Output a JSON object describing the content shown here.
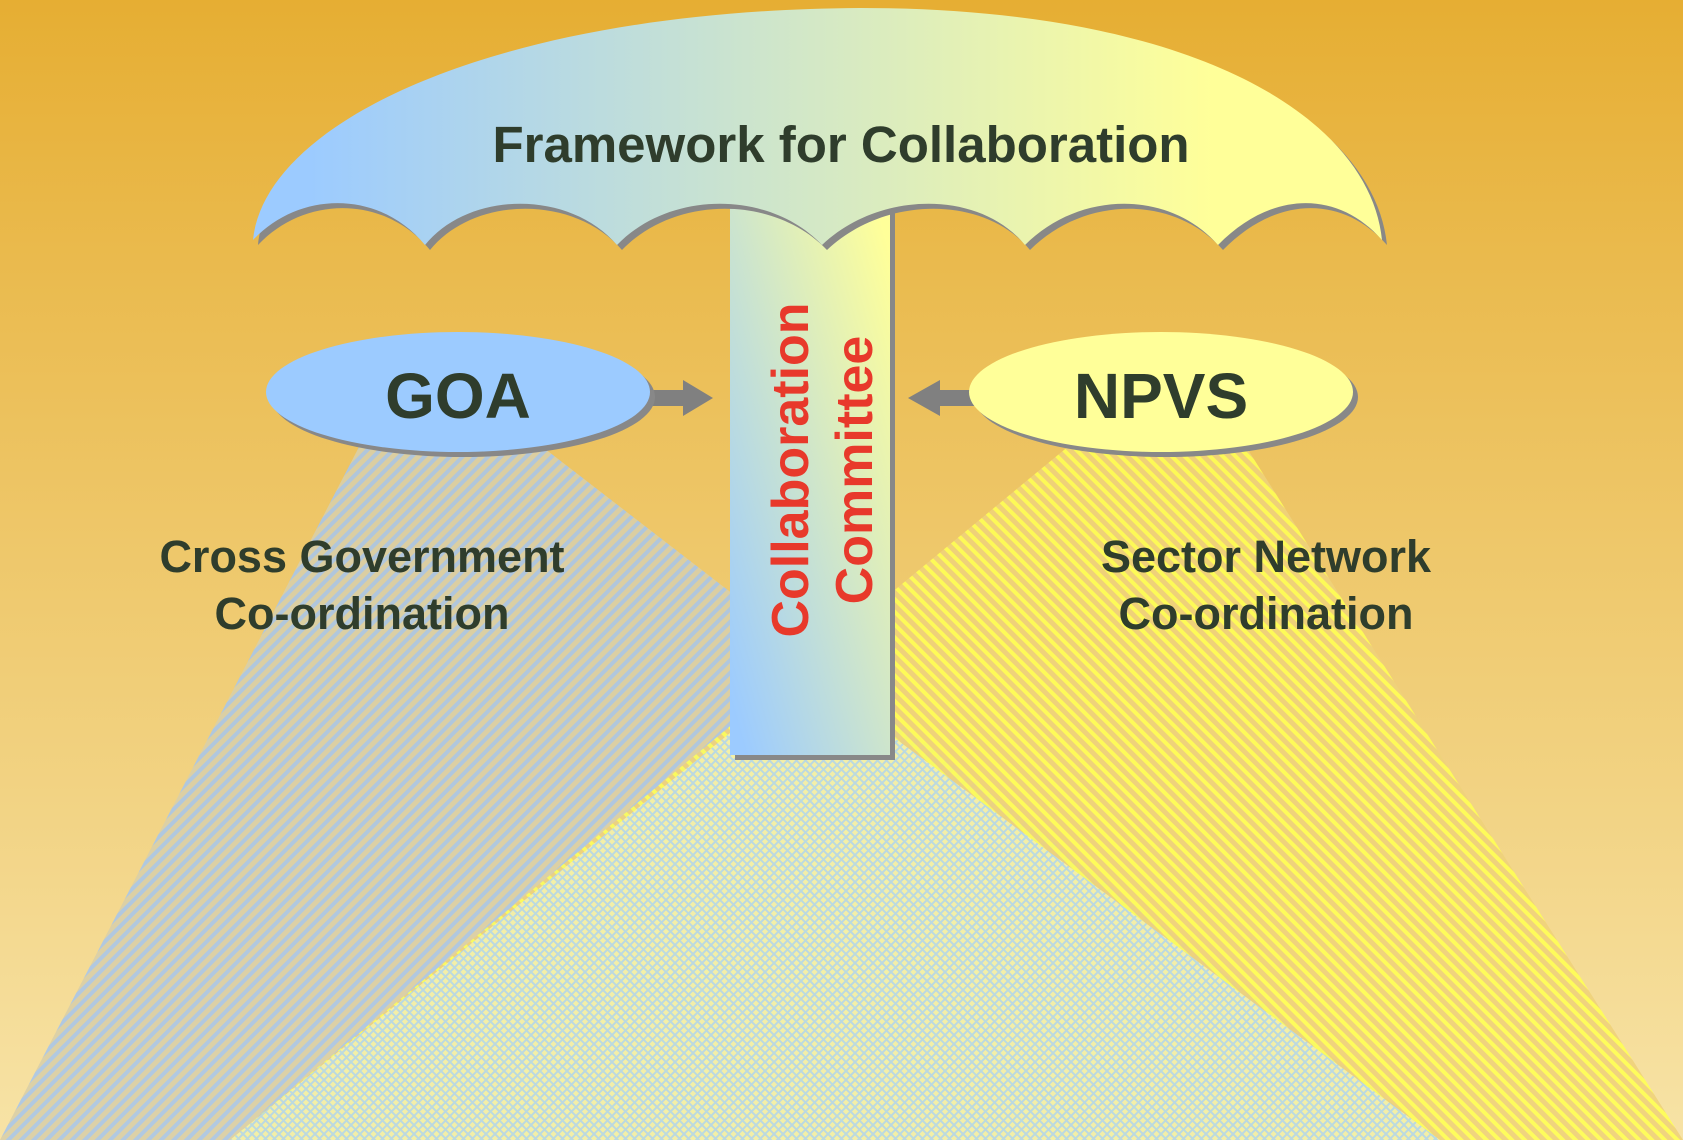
{
  "diagram": {
    "umbrella_title": "Framework for Collaboration",
    "committee_line1": "Collaboration",
    "committee_line2": "Committee",
    "left_node": {
      "label": "GOA",
      "caption_line1": "Cross Government",
      "caption_line2": "Co-ordination"
    },
    "right_node": {
      "label": "NPVS",
      "caption_line1": "Sector Network",
      "caption_line2": "Co-ordination"
    }
  },
  "colors": {
    "background_top": "#e6ae33",
    "background_bottom": "#f7e3a6",
    "blue": "#9ccbff",
    "yellow": "#ffff99",
    "text_dark": "#2f3d2c",
    "committee_text": "#e8392b",
    "shadow": "#888888",
    "arrow": "#808080"
  }
}
